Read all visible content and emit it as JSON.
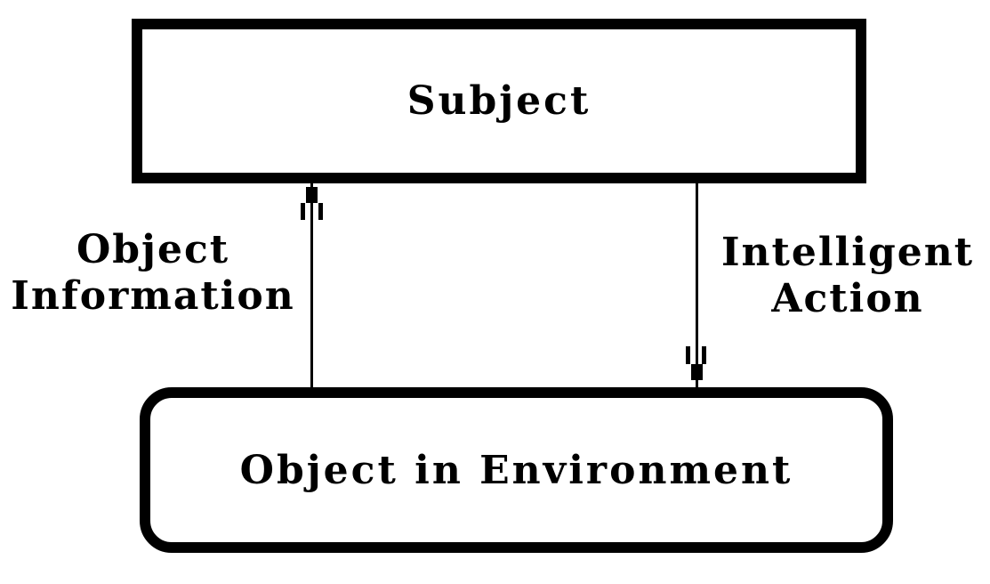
{
  "diagram": {
    "background_color": "#ffffff",
    "stroke_color": "#000000",
    "nodes": [
      {
        "id": "subject",
        "label": "Subject",
        "shape": "rectangle"
      },
      {
        "id": "environment",
        "label": "Object in Environment",
        "shape": "rounded-rectangle"
      }
    ],
    "edges": [
      {
        "id": "object-information",
        "label": "Object\nInformation",
        "from": "environment",
        "to": "subject",
        "direction": "up"
      },
      {
        "id": "intelligent-action",
        "label": "Intelligent\nAction",
        "from": "subject",
        "to": "environment",
        "direction": "down"
      }
    ]
  }
}
